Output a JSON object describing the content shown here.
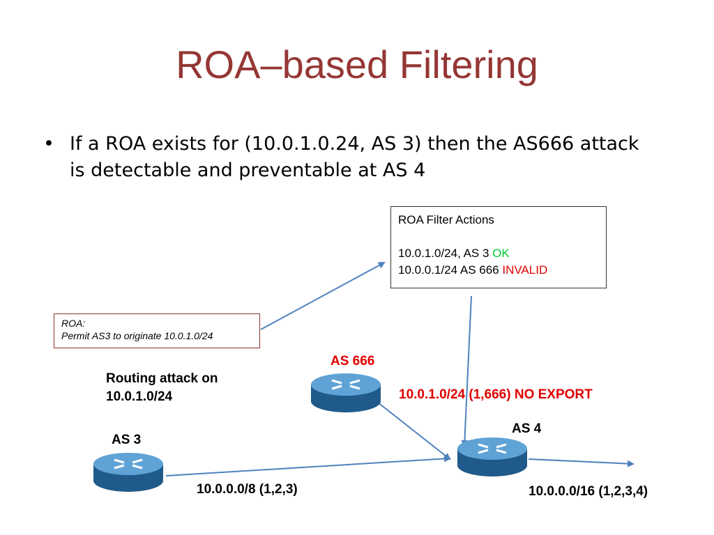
{
  "slide": {
    "title": "ROA–based Filtering",
    "bullet": "If a ROA exists for (10.0.1.0.24, AS 3) then the AS666 attack is detectable and preventable at AS 4"
  },
  "filter_box": {
    "heading": "ROA Filter Actions",
    "line1_prefix": "10.0.1.0/24, AS 3 ",
    "line1_status": "OK",
    "line2_prefix": "10.0.0.1/24 AS 666 ",
    "line2_status": "INVALID"
  },
  "roa_box": {
    "line1": "ROA:",
    "line2": "Permit AS3 to originate  10.0.1.0/24"
  },
  "labels": {
    "routing_attack_line1": "Routing attack on",
    "routing_attack_line2": "10.0.1.0/24",
    "as3": "AS 3",
    "as666": "AS 666",
    "as4": "AS 4",
    "hijack_route": "10.0.1.0/24 (1,666) NO EXPORT",
    "as3_route": "10.0.0.0/8  (1,2,3)",
    "as4_route": "10.0.0.0/16  (1,2,3,4)"
  },
  "colors": {
    "title": "#953735",
    "arrow": "#4f81bd",
    "ok": "#00cc33",
    "invalid": "#e00000",
    "router_top": "#5fa3d6",
    "router_side": "#1f5a8a"
  },
  "icons": {
    "router": "router-icon"
  }
}
